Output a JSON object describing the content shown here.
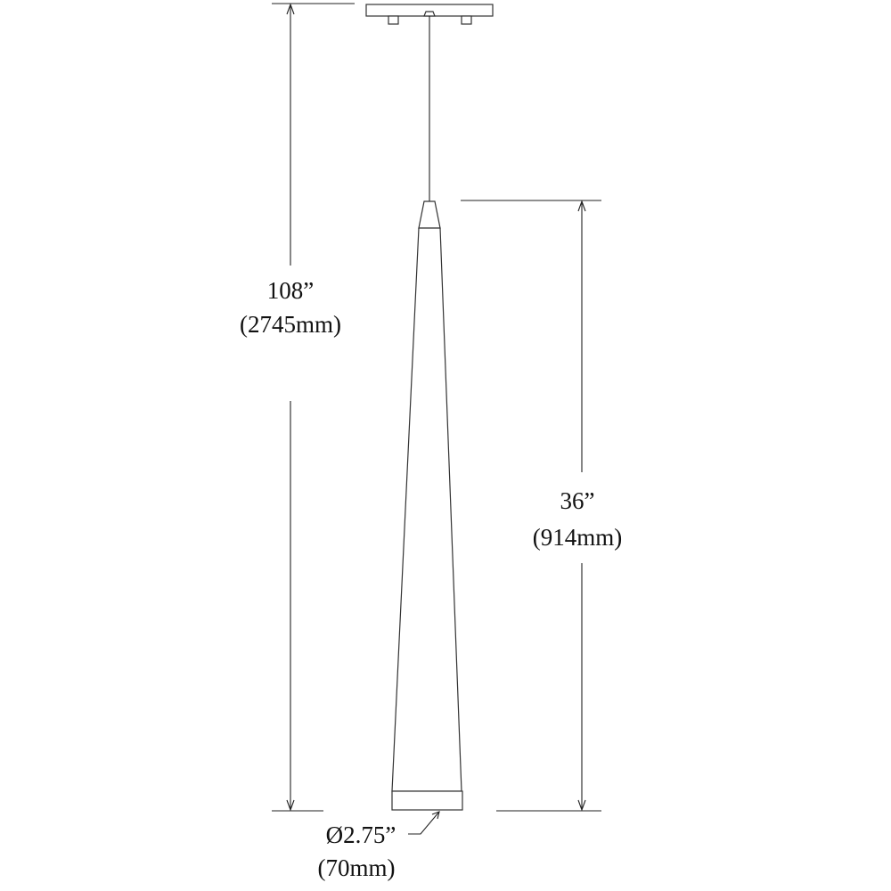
{
  "drawing": {
    "overall_height": {
      "imperial": "108”",
      "metric": "(2745mm)"
    },
    "shade_height": {
      "imperial": "36”",
      "metric": "(914mm)"
    },
    "diameter": {
      "imperial": "Ø2.75”",
      "metric": "(70mm)"
    }
  },
  "colors": {
    "line": "#222222",
    "background": "#ffffff"
  }
}
